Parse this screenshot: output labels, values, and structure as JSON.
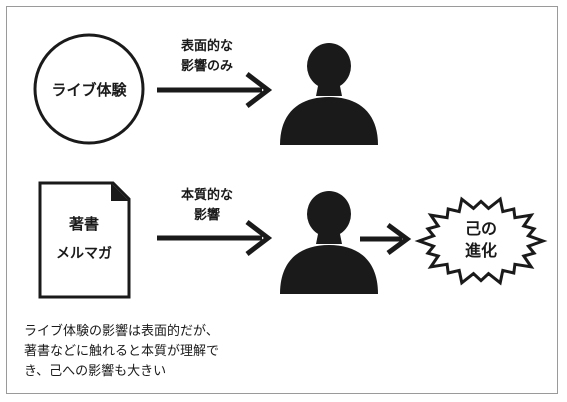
{
  "live": {
    "label": "ライブ体験"
  },
  "arrow_top_label": [
    "表面的な",
    "影響のみ"
  ],
  "book": {
    "title": "著書",
    "subtitle": "メルマガ"
  },
  "arrow_mid_label": [
    "本質的な",
    "影響"
  ],
  "burst": {
    "lines": [
      "己の",
      "進化"
    ]
  },
  "caption": "ライブ体験の影響は表面的だが、\n著書などに触れると本質が理解で\nき、己への影響も大きい",
  "colors": {
    "ink": "#1a1a1a",
    "frame": "#9a9a9a"
  }
}
